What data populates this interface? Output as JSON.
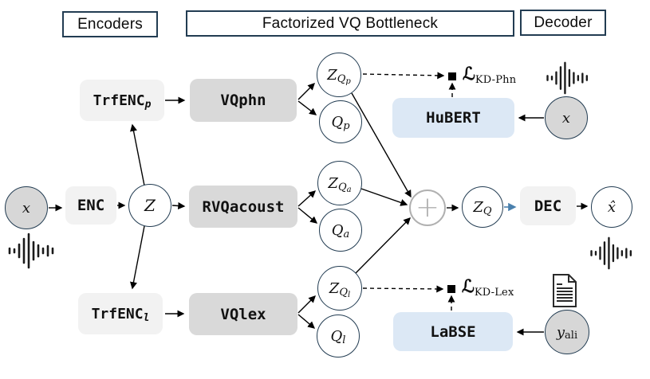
{
  "header": {
    "encoders": "Encoders",
    "bottleneck": "Factorized VQ Bottleneck",
    "decoder": "Decoder"
  },
  "nodes": {
    "x_input": "x",
    "enc": "ENC",
    "z": "Z",
    "trfenc_p": {
      "base": "TrfENC",
      "sub": "p"
    },
    "trfenc_l": {
      "base": "TrfENC",
      "sub": "l"
    },
    "vqphn": "VQphn",
    "rvqacoust": "RVQacoust",
    "vqlex": "VQlex",
    "z_qp": {
      "base": "Z",
      "sub": "Q",
      "subsub": "p"
    },
    "q_p": {
      "base": "Q",
      "sub": "p"
    },
    "z_qa": {
      "base": "Z",
      "sub": "Q",
      "subsub": "a"
    },
    "q_a": {
      "base": "Q",
      "sub": "a"
    },
    "z_ql": {
      "base": "Z",
      "sub": "Q",
      "subsub": "l"
    },
    "q_l": {
      "base": "Q",
      "sub": "l"
    },
    "plus": "+",
    "z_q": {
      "base": "Z",
      "sub": "Q"
    },
    "dec": "DEC",
    "x_hat": "x̂",
    "hubert": "HuBERT",
    "labse": "LaBSE",
    "x_ref": "x",
    "y_ali": {
      "base": "y",
      "sub": "ali"
    }
  },
  "losses": {
    "kd_phn": {
      "symbol": "ℒ",
      "sub": "KD-Phn"
    },
    "kd_lex": {
      "symbol": "ℒ",
      "sub": "KD-Lex"
    }
  },
  "colors": {
    "node_border": "#223c52",
    "box_light": "#f2f2f2",
    "box_mid": "#d9d9d9",
    "box_blue": "#dce8f5",
    "circle_gray": "#d7d7d7",
    "plus_gray": "#b0b0b0",
    "arrow_black": "#000000",
    "arrow_blue": "#4a80ad"
  },
  "icons": {
    "waveform_left": "waveform-icon",
    "waveform_right_top": "waveform-icon",
    "waveform_right_bottom": "waveform-icon",
    "document": "document-icon",
    "loss_square": "loss-square-node"
  }
}
